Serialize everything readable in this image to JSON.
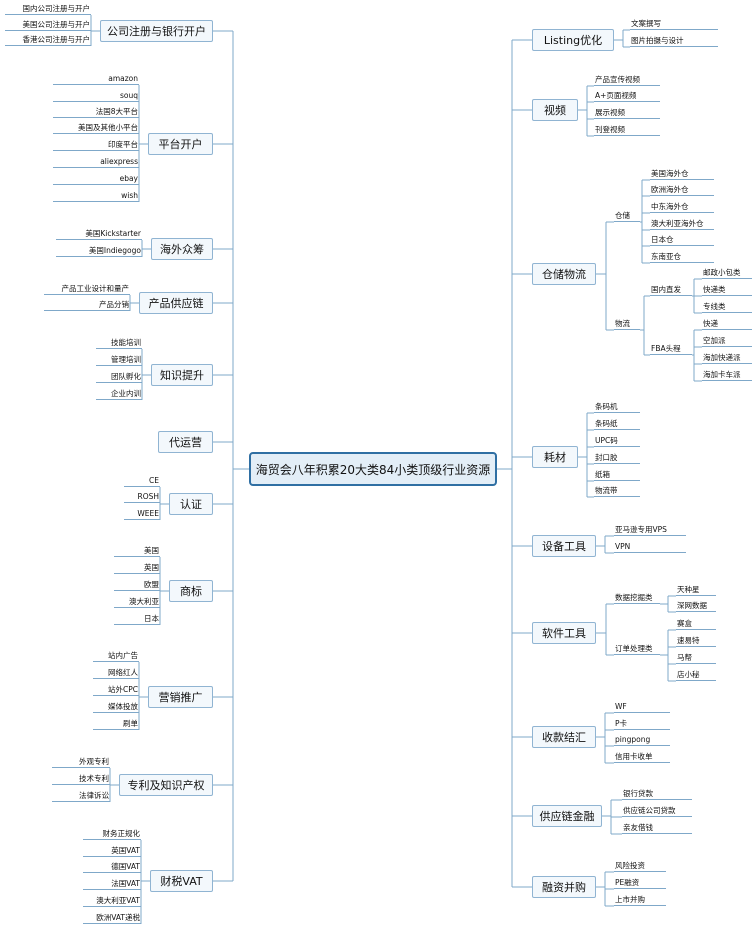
{
  "root": "海贸会八年积累20大类84小类顶级行业资源",
  "left": [
    {
      "label": "公司注册与银行开户",
      "children": [
        {
          "label": "国内公司注册与开户"
        },
        {
          "label": "美国公司注册与开户"
        },
        {
          "label": "香港公司注册与开户"
        }
      ]
    },
    {
      "label": "平台开户",
      "children": [
        {
          "label": "amazon"
        },
        {
          "label": "souq"
        },
        {
          "label": "法国8大平台"
        },
        {
          "label": "美国及其他小平台"
        },
        {
          "label": "印度平台"
        },
        {
          "label": "aliexpress"
        },
        {
          "label": "ebay"
        },
        {
          "label": "wish"
        }
      ]
    },
    {
      "label": "海外众筹",
      "children": [
        {
          "label": "美国Kickstarter"
        },
        {
          "label": "美国Indiegogo"
        }
      ]
    },
    {
      "label": "产品供应链",
      "children": [
        {
          "label": "产品工业设计和量产"
        },
        {
          "label": "产品分销"
        }
      ]
    },
    {
      "label": "知识提升",
      "children": [
        {
          "label": "技能培训"
        },
        {
          "label": "管理培训"
        },
        {
          "label": "团队孵化"
        },
        {
          "label": "企业内训"
        }
      ]
    },
    {
      "label": "代运营",
      "children": []
    },
    {
      "label": "认证",
      "children": [
        {
          "label": "CE"
        },
        {
          "label": "ROSH"
        },
        {
          "label": "WEEE"
        }
      ]
    },
    {
      "label": "商标",
      "children": [
        {
          "label": "美国"
        },
        {
          "label": "英国"
        },
        {
          "label": "欧盟"
        },
        {
          "label": "澳大利亚"
        },
        {
          "label": "日本"
        }
      ]
    },
    {
      "label": "营销推广",
      "children": [
        {
          "label": "站内广告"
        },
        {
          "label": "网络红人"
        },
        {
          "label": "站外CPC"
        },
        {
          "label": "媒体投放"
        },
        {
          "label": "刷单"
        }
      ]
    },
    {
      "label": "专利及知识产权",
      "children": [
        {
          "label": "外观专利"
        },
        {
          "label": "技术专利"
        },
        {
          "label": "法律诉讼"
        }
      ]
    },
    {
      "label": "财税VAT",
      "children": [
        {
          "label": "财务正规化"
        },
        {
          "label": "英国VAT"
        },
        {
          "label": "德国VAT"
        },
        {
          "label": "法国VAT"
        },
        {
          "label": "澳大利亚VAT"
        },
        {
          "label": "欧洲VAT递税"
        }
      ]
    }
  ],
  "right": [
    {
      "label": "Listing优化",
      "children": [
        {
          "label": "文案撰写"
        },
        {
          "label": "图片拍摄与设计"
        }
      ]
    },
    {
      "label": "视频",
      "children": [
        {
          "label": "产品宣传视频"
        },
        {
          "label": "A+页面视频"
        },
        {
          "label": "展示视频"
        },
        {
          "label": "刊登视频"
        }
      ]
    },
    {
      "label": "仓储物流",
      "children": [
        {
          "label": "仓储",
          "children": [
            {
              "label": "美国海外仓"
            },
            {
              "label": "欧洲海外仓"
            },
            {
              "label": "中东海外仓"
            },
            {
              "label": "澳大利亚海外仓"
            },
            {
              "label": "日本仓"
            },
            {
              "label": "东南亚仓"
            }
          ]
        },
        {
          "label": "物流",
          "children": [
            {
              "label": "国内直发",
              "children": [
                {
                  "label": "邮政小包类"
                },
                {
                  "label": "快递类"
                },
                {
                  "label": "专线类"
                }
              ]
            },
            {
              "label": "FBA头程",
              "children": [
                {
                  "label": "快递"
                },
                {
                  "label": "空加派"
                },
                {
                  "label": "海加快递派"
                },
                {
                  "label": "海加卡车派"
                }
              ]
            }
          ]
        }
      ]
    },
    {
      "label": "耗材",
      "children": [
        {
          "label": "条码机"
        },
        {
          "label": "条码纸"
        },
        {
          "label": "UPC码"
        },
        {
          "label": "封口胶"
        },
        {
          "label": "纸箱"
        },
        {
          "label": "物流带"
        }
      ]
    },
    {
      "label": "设备工具",
      "children": [
        {
          "label": "亚马逊专用VPS"
        },
        {
          "label": "VPN"
        }
      ]
    },
    {
      "label": "软件工具",
      "children": [
        {
          "label": "数据挖掘类",
          "children": [
            {
              "label": "天种星"
            },
            {
              "label": "深网数据"
            }
          ]
        },
        {
          "label": "订单处理类",
          "children": [
            {
              "label": "赛盒"
            },
            {
              "label": "速易特"
            },
            {
              "label": "马帮"
            },
            {
              "label": "店小秘"
            }
          ]
        }
      ]
    },
    {
      "label": "收款结汇",
      "children": [
        {
          "label": "WF"
        },
        {
          "label": "P卡"
        },
        {
          "label": "pingpong"
        },
        {
          "label": "信用卡收单"
        }
      ]
    },
    {
      "label": "供应链金融",
      "children": [
        {
          "label": "银行贷款"
        },
        {
          "label": "供应链公司贷款"
        },
        {
          "label": "亲友借钱"
        }
      ]
    },
    {
      "label": "融资并购",
      "children": [
        {
          "label": "风险投资"
        },
        {
          "label": "PE融资"
        },
        {
          "label": "上市并购"
        }
      ]
    }
  ],
  "colors": {
    "line": "#7fa8c9",
    "root_border": "#2f6fa3",
    "root_fill": "#e3eef7",
    "node_border": "#90b4d2",
    "node_fill": "#f3f8fc"
  }
}
